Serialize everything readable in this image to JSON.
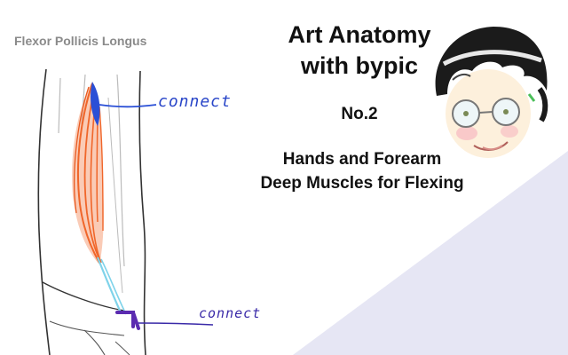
{
  "muscle_name": "Flexor Pollicis Longus",
  "annotations": {
    "connect_top": "connect",
    "connect_bottom": "connect"
  },
  "title": {
    "line1": "Art Anatomy",
    "line2": "with bypic"
  },
  "episode": "No.2",
  "topic": {
    "line1": "Hands and Forearm",
    "line2": "Deep Muscles for Flexing"
  },
  "colors": {
    "muscle": "#f0662a",
    "tendon": "#7fd3ea",
    "origin_marker": "#2a4fd6",
    "insertion_marker": "#5b2bb0",
    "background_triangle": "#e6e6f4"
  }
}
